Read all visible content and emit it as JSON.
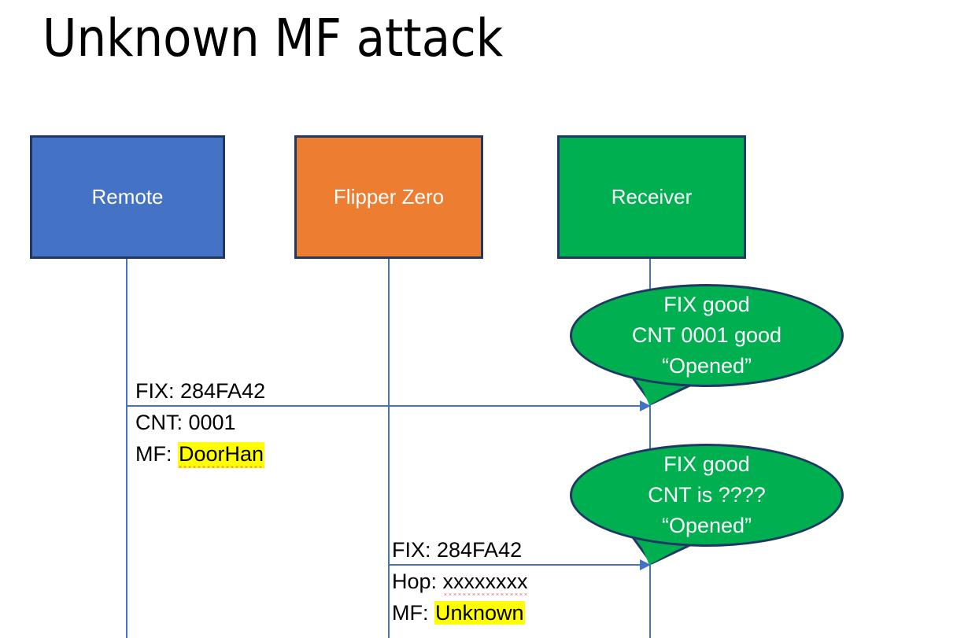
{
  "slide": {
    "title": "Unknown MF attack",
    "background": "#ffffff"
  },
  "colors": {
    "remote_fill": "#4472C4",
    "flipper_fill": "#ED7D31",
    "receiver_fill": "#00B050",
    "box_border": "#1F3864",
    "line": "#4472C4",
    "highlight": "#FFFF00",
    "text": "#000000",
    "box_text": "#FFFFFF"
  },
  "actors": [
    {
      "id": "remote",
      "label": "Remote"
    },
    {
      "id": "flipper",
      "label": "Flipper Zero"
    },
    {
      "id": "receiver",
      "label": "Receiver"
    }
  ],
  "messages": [
    {
      "id": "msg-1",
      "from": "remote",
      "to": "receiver",
      "line_above": "FIX: 284FA42",
      "lines_below": [
        {
          "prefix": "CNT: ",
          "value": "0001",
          "highlight": false,
          "squiggle": false
        },
        {
          "prefix": "MF: ",
          "value": "DoorHan",
          "highlight": true,
          "squiggle": true
        }
      ]
    },
    {
      "id": "msg-2",
      "from": "flipper",
      "to": "receiver",
      "line_above": "FIX: 284FA42",
      "lines_below": [
        {
          "prefix": "Hop: ",
          "value": "xxxxxxxx",
          "highlight": false,
          "squiggle": true
        },
        {
          "prefix": "MF: ",
          "value": "Unknown",
          "highlight": true,
          "squiggle": false
        }
      ]
    }
  ],
  "bubbles": [
    {
      "id": "bubble-1",
      "lines": [
        "FIX good",
        "CNT 0001 good",
        "“Opened”"
      ]
    },
    {
      "id": "bubble-2",
      "lines": [
        "FIX good",
        "CNT is ????",
        "“Opened”"
      ]
    }
  ]
}
